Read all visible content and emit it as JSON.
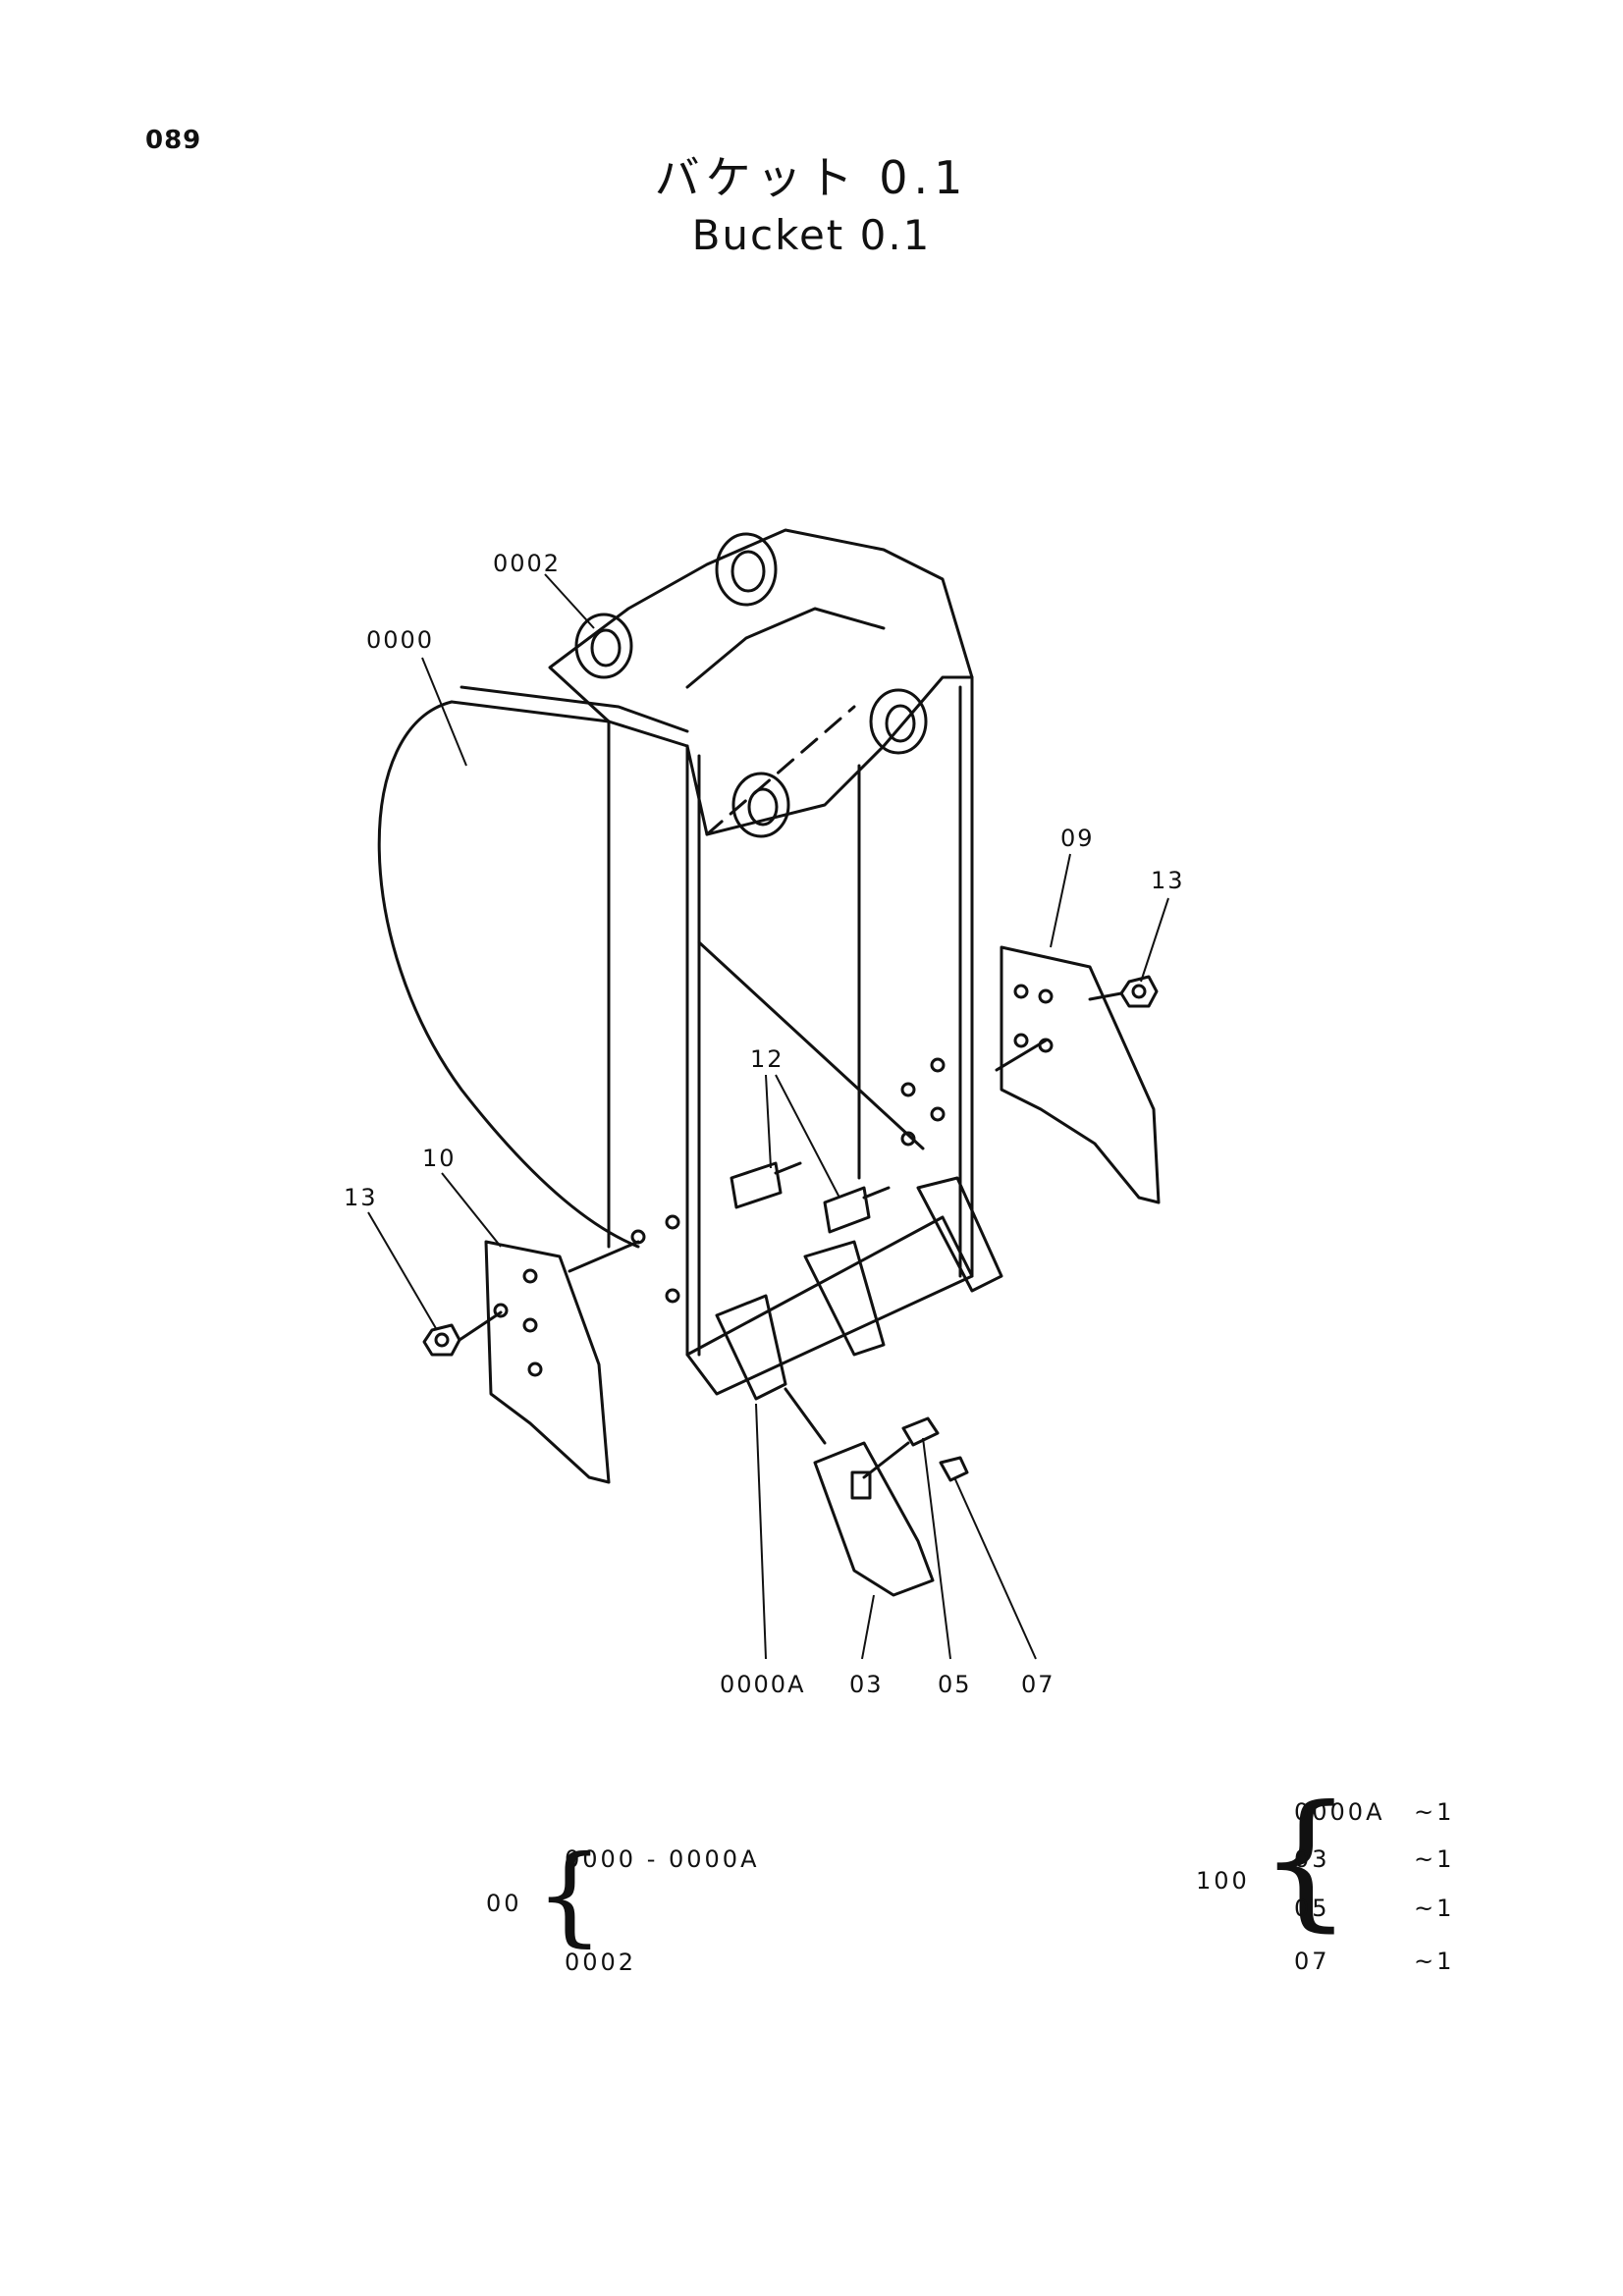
{
  "page_number": "089",
  "title": {
    "jp": "バケット 0.1",
    "en": "Bucket 0.1"
  },
  "callouts": {
    "c0000": "0000",
    "c0002": "0002",
    "c09": "09",
    "c13_right": "13",
    "c12": "12",
    "c10": "10",
    "c13_left": "13",
    "c0000A": "0000A",
    "c03": "03",
    "c05": "05",
    "c07": "07"
  },
  "kit00": {
    "label": "00",
    "items": [
      "0000 - 0000A",
      "0002"
    ]
  },
  "kit100": {
    "label": "100",
    "items": [
      {
        "part": "0000A",
        "qty": "~1"
      },
      {
        "part": "03",
        "qty": "~1"
      },
      {
        "part": "05",
        "qty": "~1"
      },
      {
        "part": "07",
        "qty": "~1"
      }
    ]
  }
}
